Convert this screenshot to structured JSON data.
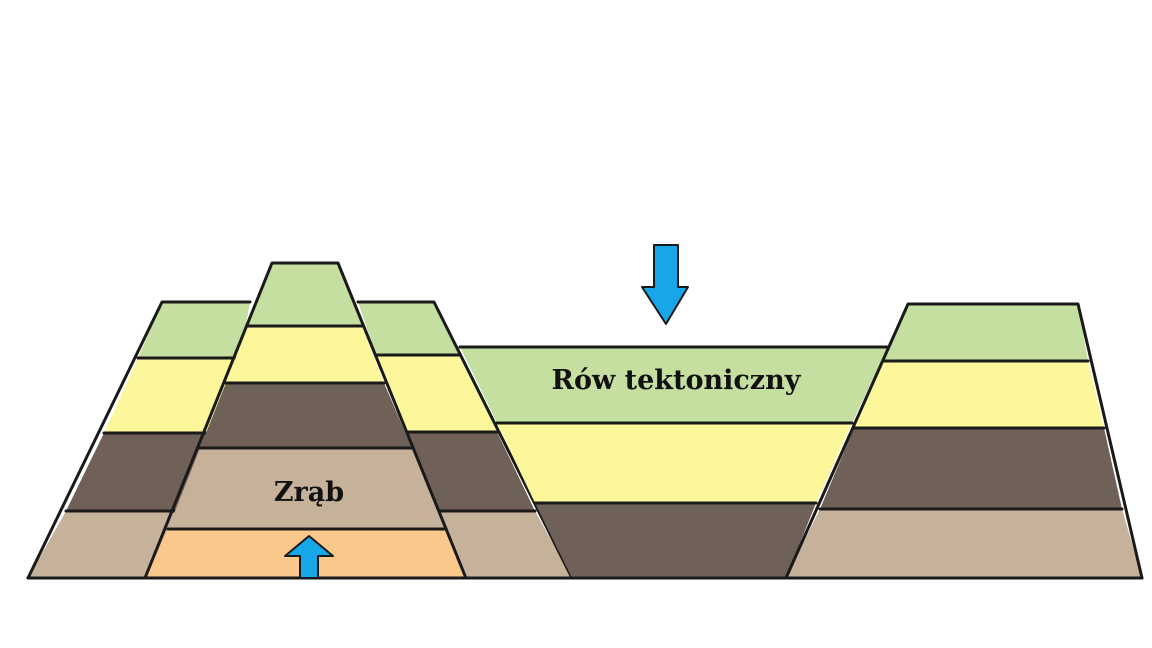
{
  "labels": {
    "graben": "Rów tektoniczny",
    "horst": "Zrąb"
  },
  "colors": {
    "green": "#c5dfa0",
    "yellow": "#fbf79a",
    "dark_brown": "#6f6157",
    "tan": "#c6b29a",
    "orange": "#fbc88c",
    "arrow": "#17a7e8",
    "outline": "#1a1a1a"
  },
  "arrows": [
    {
      "meaning": "uplift",
      "direction": "up"
    },
    {
      "meaning": "subsidence",
      "direction": "down"
    }
  ]
}
